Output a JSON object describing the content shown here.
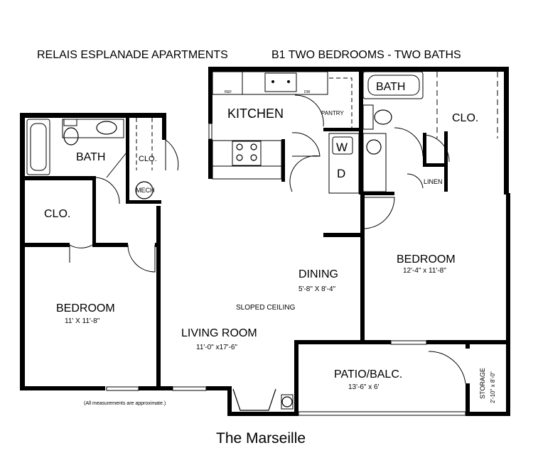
{
  "header": {
    "community": "RELAIS ESPLANADE APARTMENTS",
    "unit": "B1  TWO BEDROOMS - TWO BATHS"
  },
  "rooms": {
    "kitchen": {
      "label": "KITCHEN",
      "pantry": "PANTRY",
      "ref": "REF",
      "dw": "DW"
    },
    "bath1": {
      "label": "BATH"
    },
    "bath2": {
      "label": "BATH"
    },
    "closet_master": {
      "label": "CLO."
    },
    "closet_hall": {
      "label": "CLO."
    },
    "closet_bed2": {
      "label": "CLO."
    },
    "mech": {
      "label": "MECH"
    },
    "linen": {
      "label": "LINEN"
    },
    "washer": {
      "label": "W"
    },
    "dryer": {
      "label": "D"
    },
    "bedroom_right": {
      "label": "BEDROOM",
      "size": "12'-4\" x 11'-8\""
    },
    "bedroom_left": {
      "label": "BEDROOM",
      "size": "11' X 11'-8\""
    },
    "dining": {
      "label": "DINING",
      "size": "5'-8\" X 8'-4\""
    },
    "sloped": {
      "label": "SLOPED CEILING"
    },
    "living": {
      "label": "LIVING ROOM",
      "size": "11'-0\" x17'-6\""
    },
    "patio": {
      "label": "PATIO/BALC.",
      "size": "13'-6\" x 6'"
    },
    "storage": {
      "label": "STORAGE",
      "size": "2'-10\" x 8'-0\""
    }
  },
  "footer": {
    "note": "(All measurements are approximate.)",
    "plan_name": "The Marseille"
  }
}
